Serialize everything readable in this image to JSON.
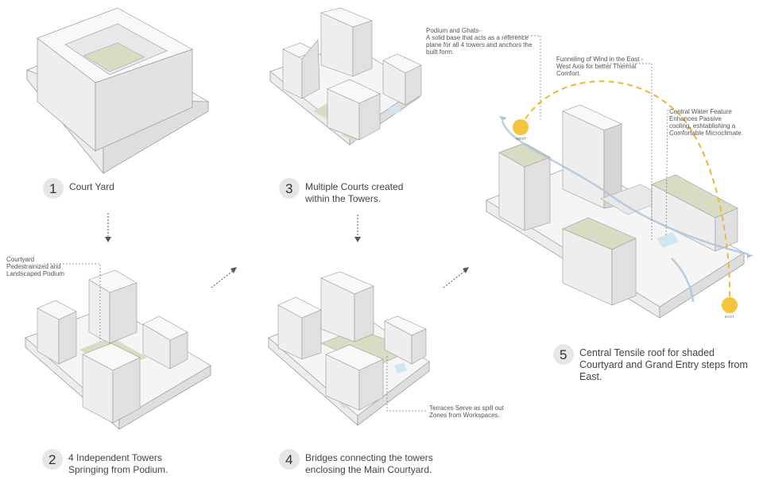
{
  "steps": [
    {
      "number": "1",
      "lines": [
        "Court Yard"
      ]
    },
    {
      "number": "2",
      "lines": [
        "4 Independent Towers",
        "Springing from Podium."
      ]
    },
    {
      "number": "3",
      "lines": [
        "Multiple Courts created",
        "within the Towers."
      ]
    },
    {
      "number": "4",
      "lines": [
        "Bridges connecting the towers",
        "enclosing the Main Courtyard."
      ]
    },
    {
      "number": "5",
      "lines": [
        "Central Tensile roof for shaded",
        "Courtyard and Grand Entry steps from",
        "East."
      ]
    }
  ],
  "annotations": {
    "courtyard": [
      "Courtyard",
      "Pedestrainized and",
      "Landscaped Podium"
    ],
    "podium": [
      "Podium and Ghats-",
      "A solid base that acts as a reference",
      "plane for all 4 towers and anchors the",
      "built form."
    ],
    "wind": [
      "Funneling of Wind in the East -",
      "West Axis for better Thermal",
      "Comfort."
    ],
    "water": [
      "Central Water Feature",
      "Enhances Passive",
      "cooling, eshtablishing a",
      "Comfortable Microclimate."
    ],
    "terraces": [
      "Terraces Serve as spill out",
      "Zones from Workspaces."
    ]
  },
  "sun_labels": {
    "west": "WEST",
    "east": "EAST"
  },
  "colors": {
    "mass": "#f5f5f5",
    "mass_side": "#e4e4e4",
    "mass_dark": "#d6d6d6",
    "court": "#d9dcc3",
    "water": "#cfe6f2",
    "sun": "#f5c43c",
    "path": "#f0b53a",
    "wind": "#aac3d8",
    "line": "#7a7a7a"
  }
}
